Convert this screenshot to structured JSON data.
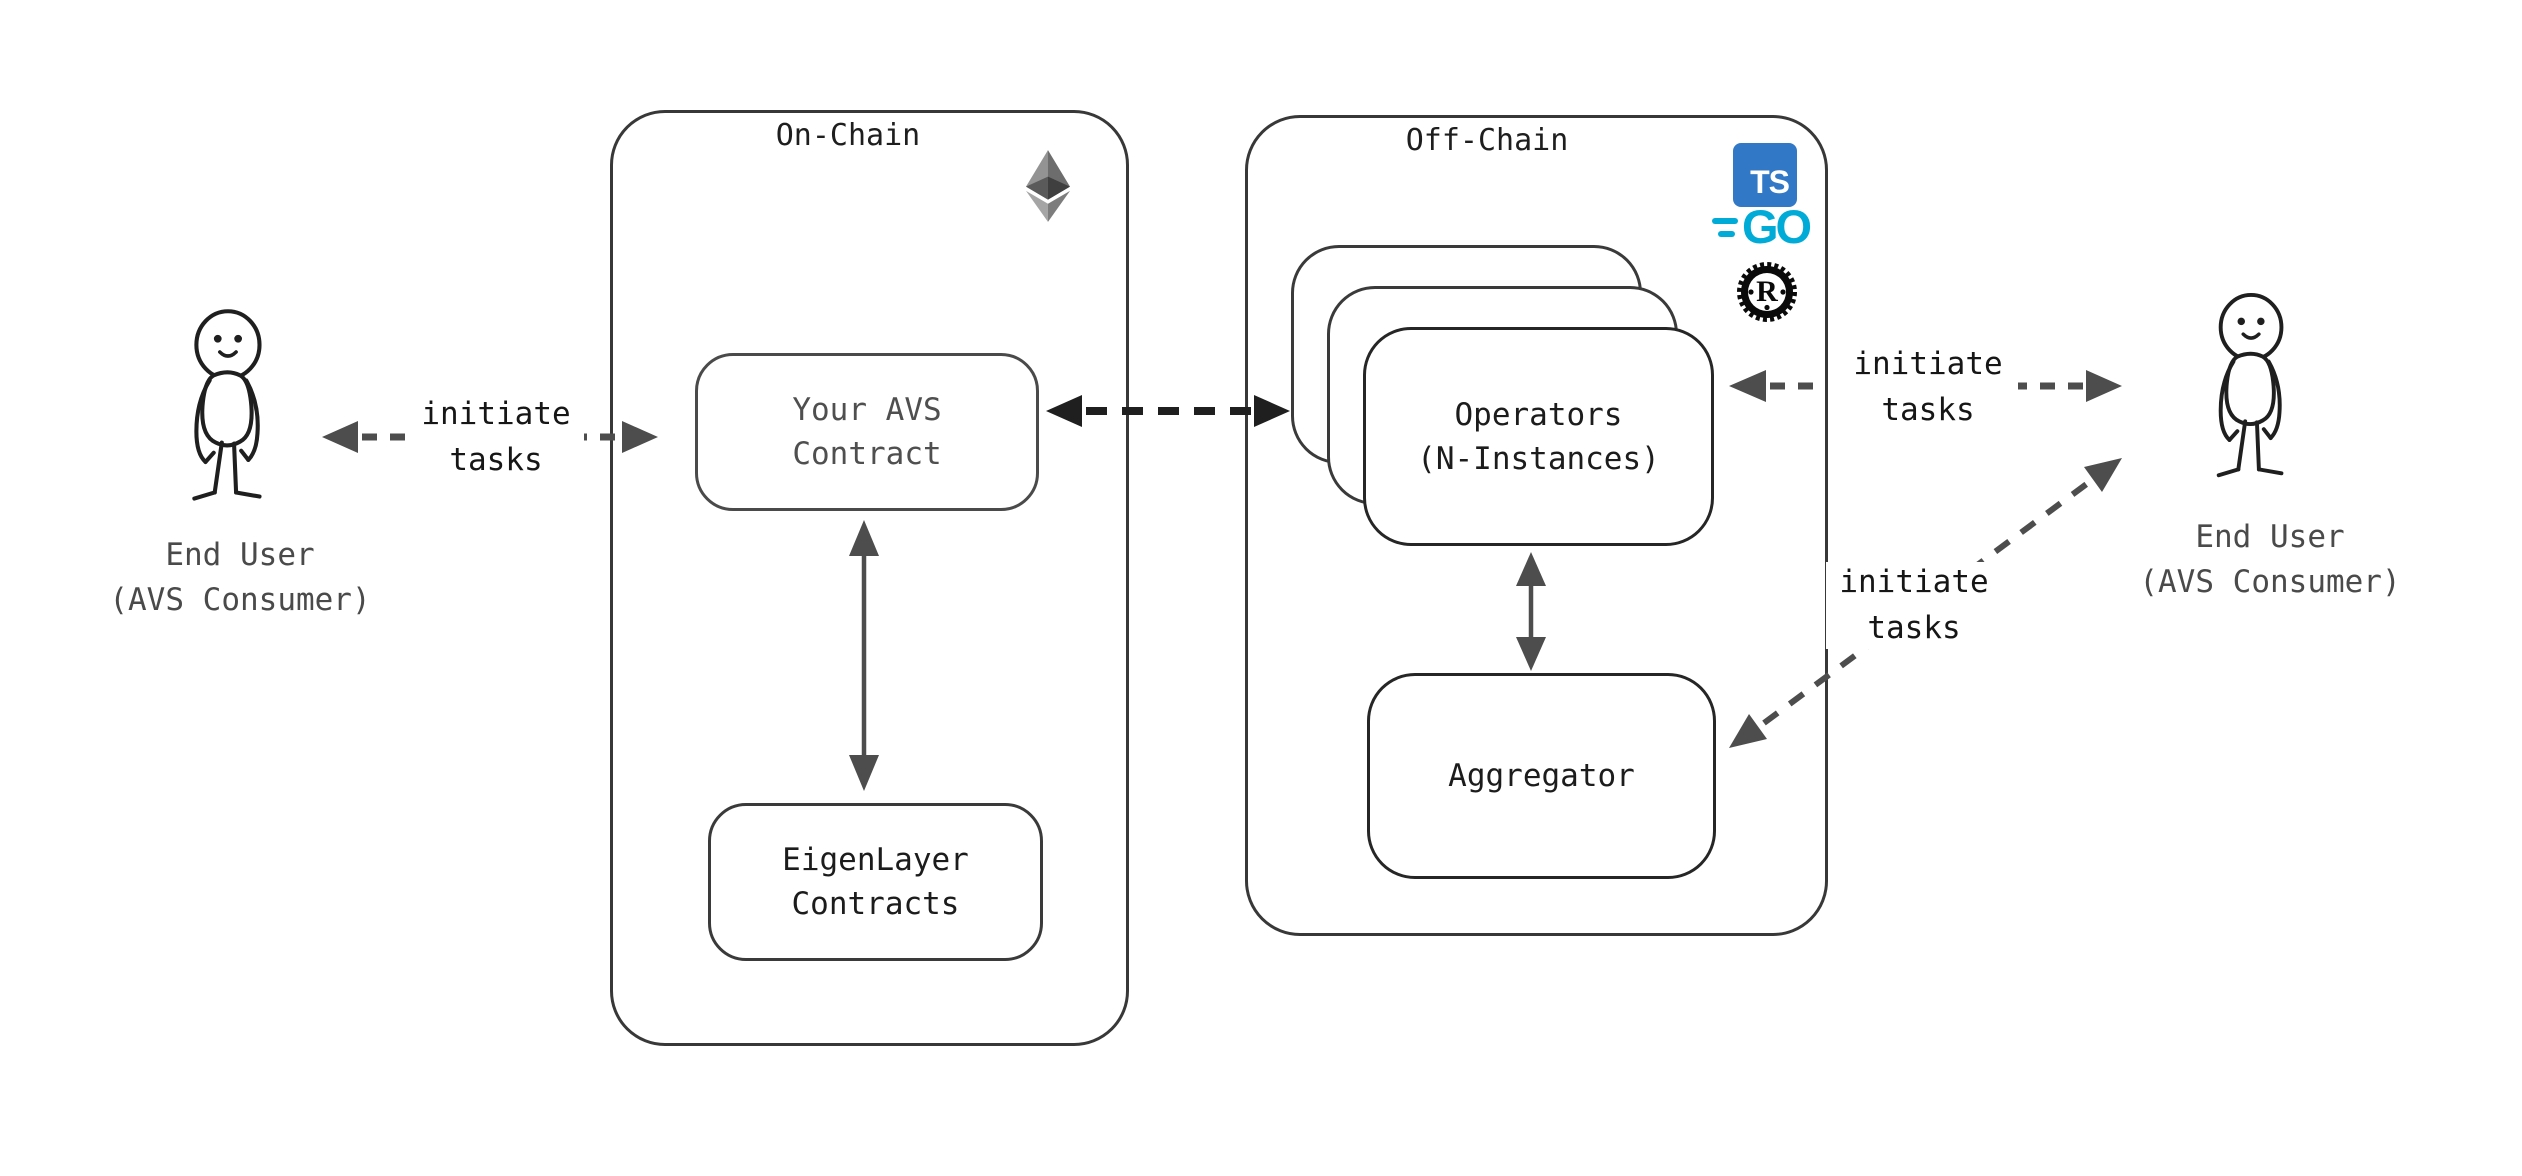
{
  "actors": {
    "left": {
      "title": "End User",
      "subtitle": "(AVS Consumer)"
    },
    "right": {
      "title": "End User",
      "subtitle": "(AVS Consumer)"
    }
  },
  "containers": {
    "onchain": {
      "title": "On-Chain"
    },
    "offchain": {
      "title": "Off-Chain"
    }
  },
  "nodes": {
    "avs_contract": {
      "line1": "Your AVS",
      "line2": "Contract"
    },
    "eigenlayer": {
      "line1": "EigenLayer",
      "line2": "Contracts"
    },
    "operators": {
      "line1": "Operators",
      "line2": "(N-Instances)"
    },
    "aggregator": {
      "label": "Aggregator"
    }
  },
  "edge_labels": {
    "user_to_contract": {
      "line1": "initiate",
      "line2": "tasks"
    },
    "operators_to_user": {
      "line1": "initiate",
      "line2": "tasks"
    },
    "aggregator_to_user": {
      "line1": "initiate",
      "line2": "tasks"
    }
  },
  "logos": {
    "typescript": "TS",
    "go": "GO",
    "rust": "R"
  },
  "icons": [
    "ethereum-icon",
    "typescript-icon",
    "go-icon",
    "rust-icon"
  ],
  "colors": {
    "ink": "#1f1f1f",
    "edge_gray": "#4d4d4d",
    "ts_blue": "#3178C6",
    "go_cyan": "#00ACD7",
    "border": "#383838"
  }
}
